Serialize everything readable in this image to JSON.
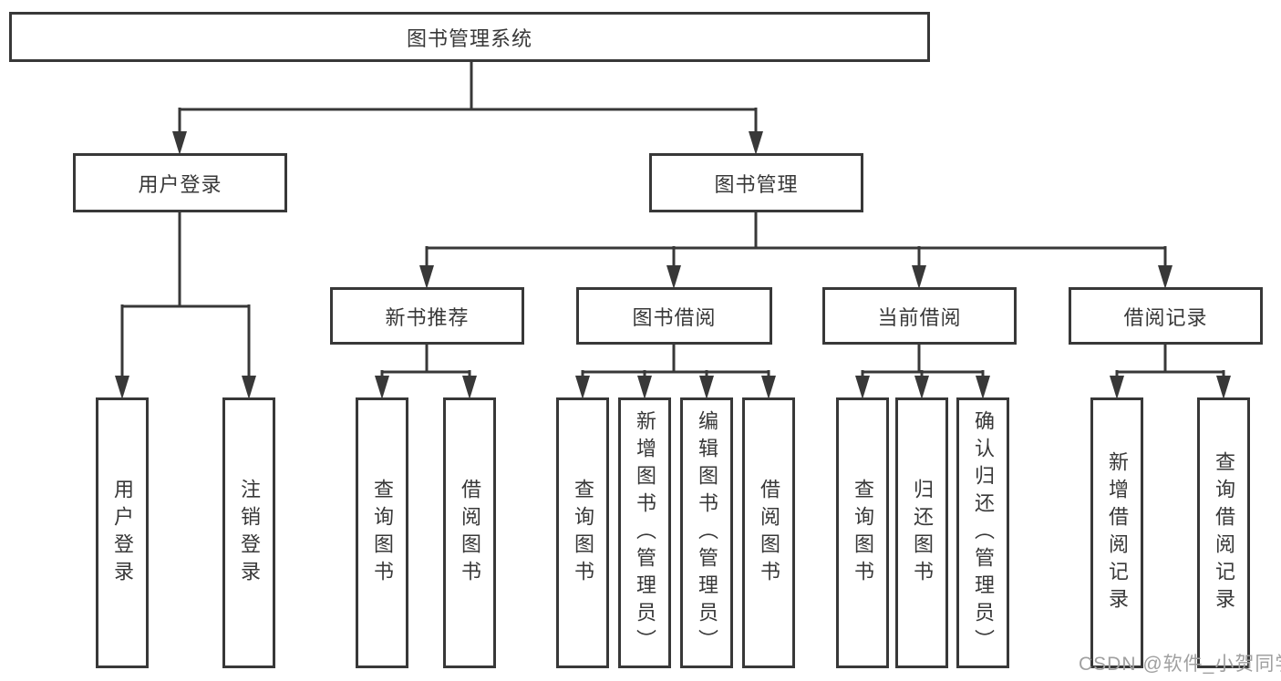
{
  "diagram": {
    "root": "图书管理系统",
    "user_login": {
      "label": "用户登录",
      "children": [
        "用户登录",
        "注销登录"
      ]
    },
    "book_management": {
      "label": "图书管理",
      "sections": {
        "new_books": {
          "label": "新书推荐",
          "children": [
            "查询图书",
            "借阅图书"
          ]
        },
        "borrowing": {
          "label": "图书借阅",
          "children": [
            "查询图书",
            "新增图书（管理员）",
            "编辑图书（管理员）",
            "借阅图书"
          ]
        },
        "current": {
          "label": "当前借阅",
          "children": [
            "查询图书",
            "归还图书",
            "确认归还（管理员）"
          ]
        },
        "records": {
          "label": "借阅记录",
          "children": [
            "新增借阅记录",
            "查询借阅记录"
          ]
        }
      }
    }
  },
  "watermark": {
    "text": "CSDN @软件_小贺同学"
  },
  "colors": {
    "line": "#383838",
    "text": "#383838",
    "watermark": "#a0a0a0",
    "background": "#ffffff"
  }
}
